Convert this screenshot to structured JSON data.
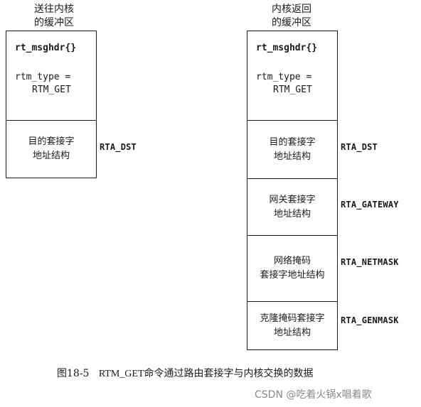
{
  "left_buffer": {
    "heading": [
      "送往内核",
      "的缓冲区"
    ],
    "struct_name": "rt_msghdr{}",
    "rtm_type_line1": "rtm_type =",
    "rtm_type_line2": "RTM_GET",
    "segments": [
      {
        "lines": [
          "目的套接字",
          "地址结构"
        ],
        "tag": "RTA_DST"
      }
    ]
  },
  "right_buffer": {
    "heading": [
      "内核返回",
      "的缓冲区"
    ],
    "struct_name": "rt_msghdr{}",
    "rtm_type_line1": "rtm_type =",
    "rtm_type_line2": "RTM_GET",
    "segments": [
      {
        "lines": [
          "目的套接字",
          "地址结构"
        ],
        "tag": "RTA_DST"
      },
      {
        "lines": [
          "网关套接字",
          "地址结构"
        ],
        "tag": "RTA_GATEWAY"
      },
      {
        "lines": [
          "网络掩码",
          "套接字地址结构"
        ],
        "tag": "RTA_NETMASK"
      },
      {
        "lines": [
          "克隆掩码套接字",
          "地址结构"
        ],
        "tag": "RTA_GENMASK"
      }
    ]
  },
  "caption": {
    "figure_number": "图18-5",
    "code": "RTM_GET",
    "text": "命令通过路由套接字与内核交换的数据"
  },
  "watermark": "CSDN @吃着火锅x唱着歌"
}
